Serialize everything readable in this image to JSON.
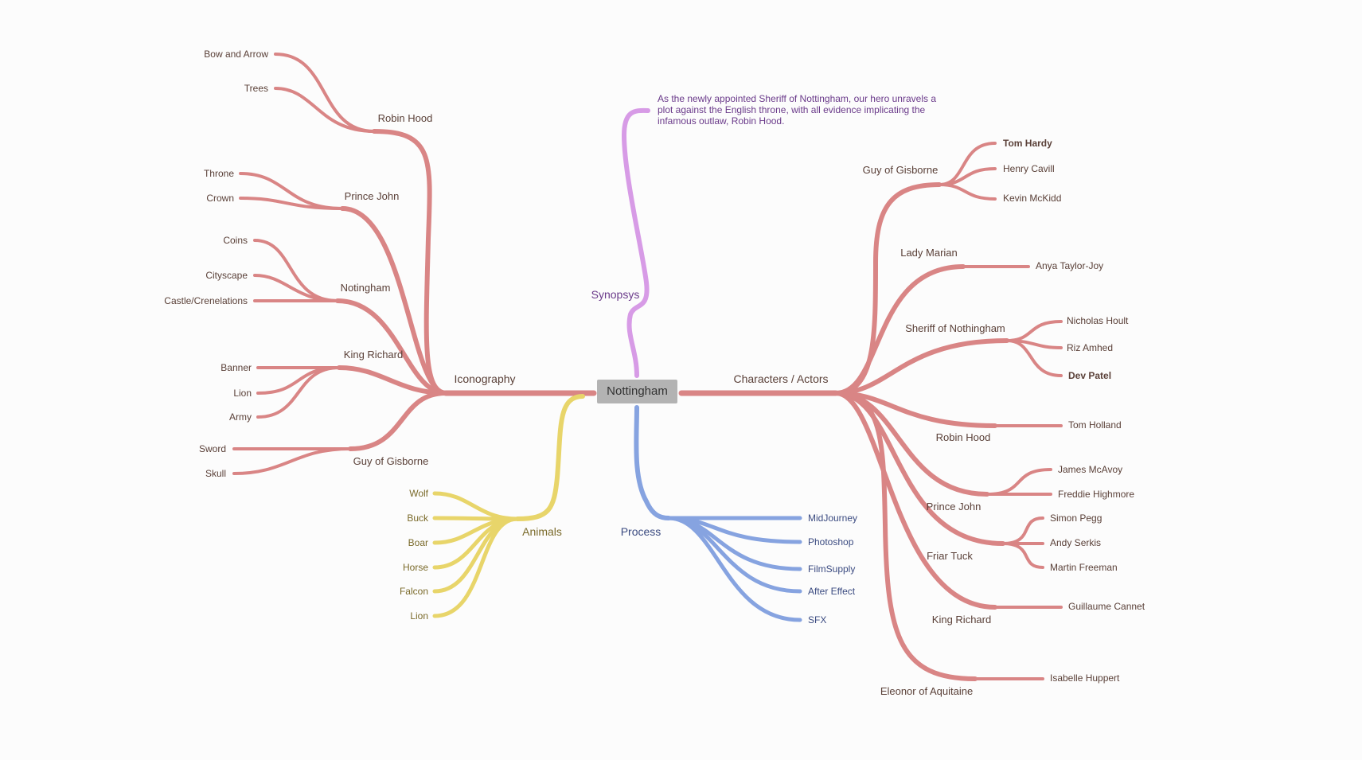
{
  "root": "Nottingham",
  "colors": {
    "red": "#d98585",
    "red_dark": "#d07070",
    "yellow": "#e8d56a",
    "blue": "#86a3e0",
    "purple": "#d79be6"
  },
  "synopsis": {
    "title": "Synopsys",
    "text": "As the newly appointed Sheriff of Nottingham, our hero unravels a plot against the English throne, with all evidence implicating the infamous outlaw, Robin Hood."
  },
  "iconography": {
    "title": "Iconography",
    "robin_hood": {
      "label": "Robin Hood",
      "items": [
        "Bow and Arrow",
        "Trees"
      ]
    },
    "prince_john": {
      "label": "Prince John",
      "items": [
        "Throne",
        "Crown"
      ]
    },
    "nottingham": {
      "label": "Notingham",
      "items": [
        "Coins",
        "Cityscape",
        "Castle/Crenelations"
      ]
    },
    "king_richard": {
      "label": "King Richard",
      "items": [
        "Banner",
        "Lion",
        "Army"
      ]
    },
    "guy": {
      "label": "Guy of Gisborne",
      "items": [
        "Sword",
        "Skull"
      ]
    }
  },
  "animals": {
    "title": "Animals",
    "items": [
      "Wolf",
      "Buck",
      "Boar",
      "Horse",
      "Falcon",
      "Lion"
    ]
  },
  "process": {
    "title": "Process",
    "items": [
      "MidJourney",
      "Photoshop",
      "FilmSupply",
      "After Effect",
      "SFX"
    ]
  },
  "characters": {
    "title": "Characters / Actors",
    "guy": {
      "label": "Guy of Gisborne",
      "actors": [
        "Tom Hardy",
        "Henry Cavill",
        "Kevin McKidd"
      ]
    },
    "marian": {
      "label": "Lady Marian",
      "actors": [
        "Anya Taylor-Joy"
      ]
    },
    "sheriff": {
      "label": "Sheriff of Nothingham",
      "actors": [
        "Nicholas Hoult",
        "Riz Amhed",
        "Dev Patel"
      ]
    },
    "robin": {
      "label": "Robin Hood",
      "actors": [
        "Tom Holland"
      ]
    },
    "prince": {
      "label": "Prince John",
      "actors": [
        "James McAvoy",
        "Freddie Highmore"
      ]
    },
    "tuck": {
      "label": "Friar Tuck",
      "actors": [
        "Simon Pegg",
        "Andy Serkis",
        "Martin Freeman"
      ]
    },
    "richard": {
      "label": "King Richard",
      "actors": [
        "Guillaume Cannet"
      ]
    },
    "eleonor": {
      "label": "Eleonor of Aquitaine",
      "actors": [
        "Isabelle Huppert"
      ]
    }
  }
}
